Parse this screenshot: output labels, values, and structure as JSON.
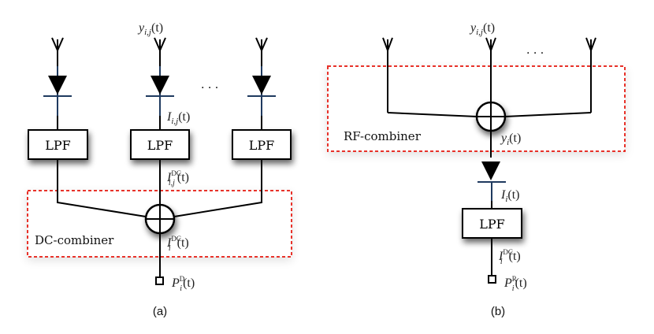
{
  "colors": {
    "wire": "#000000",
    "diode_bar": "#1f3a5f",
    "combiner_border": "#e8312a",
    "box_fill": "#ffffff"
  },
  "panel_a": {
    "caption": "(a)",
    "input_label": {
      "base": "y",
      "sub": "i,j",
      "arg": "(t)"
    },
    "ellipsis": ". . .",
    "diode_out_label": {
      "base": "I",
      "sub": "i,j",
      "arg": "(t)"
    },
    "lpf_labels": [
      "LPF",
      "LPF",
      "LPF"
    ],
    "lpf_out_label": {
      "base": "I",
      "sup": "DC",
      "sub": "i,j",
      "arg": "(t)"
    },
    "combiner_label": "DC-combiner",
    "combiner_out_label": {
      "base": "I",
      "sup": "DC",
      "sub": "i",
      "arg": "(t)"
    },
    "output_label": {
      "base": "P",
      "sup": "D",
      "sub": "i",
      "arg": "(t)"
    }
  },
  "panel_b": {
    "caption": "(b)",
    "input_label": {
      "base": "y",
      "sub": "i,j",
      "arg": "(t)"
    },
    "ellipsis": ". . .",
    "combiner_label": "RF-combiner",
    "combiner_out_label": {
      "base": "y",
      "sub": "i",
      "arg": "(t)"
    },
    "diode_out_label": {
      "base": "I",
      "sub": "i",
      "arg": "(t)"
    },
    "lpf_label": "LPF",
    "lpf_out_label": {
      "base": "I",
      "sup": "DC",
      "sub": "i",
      "arg": "(t)"
    },
    "output_label": {
      "base": "P",
      "sup": "R",
      "sub": "i",
      "arg": "(t)"
    }
  }
}
